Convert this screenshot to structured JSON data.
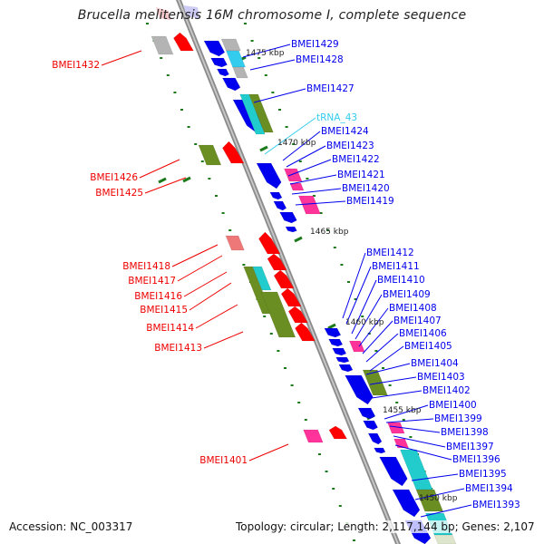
{
  "title": "Brucella melitensis 16M chromosome I, complete sequence",
  "footer": {
    "accession": "Accession: NC_003317",
    "summary": "Topology: circular; Length: 2,117,144 bp; Genes: 2,107"
  },
  "colors": {
    "backbone": "#8c8c8c",
    "forward_label": "#0000ee",
    "reverse_label": "#ee0000",
    "trna_label": "#33ccee",
    "tick": "#1a7a1a",
    "cds_blue": "#0000ee",
    "cds_red": "#ff0000",
    "gray": "#b4b4b4",
    "cyan": "#22cccc",
    "olive": "#6b8e23",
    "pink": "#ff3399",
    "light_red": "#ee7777"
  },
  "kbp_markers": [
    "1475 kbp",
    "1470 kbp",
    "1465 kbp",
    "1460 kbp",
    "1455 kbp",
    "1450 kbp"
  ],
  "right_labels": [
    {
      "text": "BMEI1429",
      "type": "gene"
    },
    {
      "text": "BMEI1428",
      "type": "gene"
    },
    {
      "text": "BMEI1427",
      "type": "gene"
    },
    {
      "text": "tRNA_43",
      "type": "trna"
    },
    {
      "text": "BMEI1424",
      "type": "gene"
    },
    {
      "text": "BMEI1423",
      "type": "gene"
    },
    {
      "text": "BMEI1422",
      "type": "gene"
    },
    {
      "text": "BMEI1421",
      "type": "gene"
    },
    {
      "text": "BMEI1420",
      "type": "gene"
    },
    {
      "text": "BMEI1419",
      "type": "gene"
    },
    {
      "text": "BMEI1412",
      "type": "gene"
    },
    {
      "text": "BMEI1411",
      "type": "gene"
    },
    {
      "text": "BMEI1410",
      "type": "gene"
    },
    {
      "text": "BMEI1409",
      "type": "gene"
    },
    {
      "text": "BMEI1408",
      "type": "gene"
    },
    {
      "text": "BMEI1407",
      "type": "gene"
    },
    {
      "text": "BMEI1406",
      "type": "gene"
    },
    {
      "text": "BMEI1405",
      "type": "gene"
    },
    {
      "text": "BMEI1404",
      "type": "gene"
    },
    {
      "text": "BMEI1403",
      "type": "gene"
    },
    {
      "text": "BMEI1402",
      "type": "gene"
    },
    {
      "text": "BMEI1400",
      "type": "gene"
    },
    {
      "text": "BMEI1399",
      "type": "gene"
    },
    {
      "text": "BMEI1398",
      "type": "gene"
    },
    {
      "text": "BMEI1397",
      "type": "gene"
    },
    {
      "text": "BMEI1396",
      "type": "gene"
    },
    {
      "text": "BMEI1395",
      "type": "gene"
    },
    {
      "text": "BMEI1394",
      "type": "gene"
    },
    {
      "text": "BMEI1393",
      "type": "gene"
    }
  ],
  "left_labels": [
    {
      "text": "BMEI1432"
    },
    {
      "text": "BMEI1426"
    },
    {
      "text": "BMEI1425"
    },
    {
      "text": "BMEI1418"
    },
    {
      "text": "BMEI1417"
    },
    {
      "text": "BMEI1416"
    },
    {
      "text": "BMEI1415"
    },
    {
      "text": "BMEI1414"
    },
    {
      "text": "BMEI1413"
    },
    {
      "text": "BMEI1401"
    }
  ]
}
